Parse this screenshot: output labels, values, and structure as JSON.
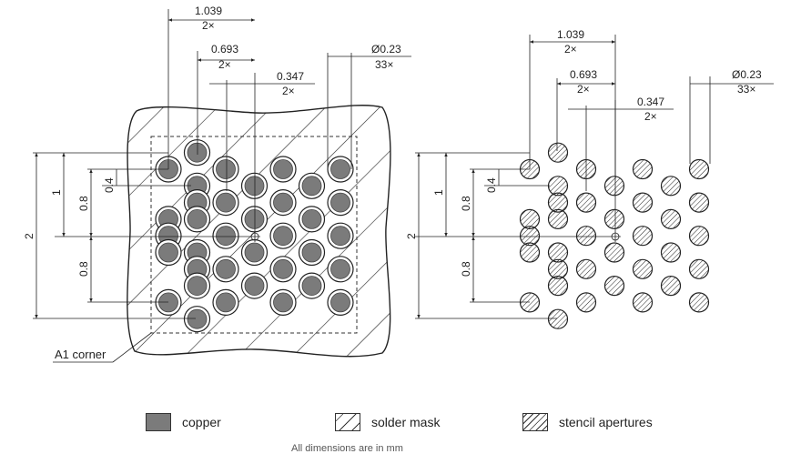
{
  "left_view": {
    "dims": {
      "pitch_outer": {
        "value": "1.039",
        "count": "2×"
      },
      "pitch_mid": {
        "value": "0.693",
        "count": "2×"
      },
      "pitch_inner": {
        "value": "0.347",
        "count": "2×"
      },
      "pad_dia": {
        "value": "Ø0.23",
        "count": "33×"
      },
      "height_total": "2",
      "height_half": "1",
      "v_08_top": "0.8",
      "v_04": "0.4",
      "v_08_bottom": "0.8"
    },
    "a1_label": "A1 corner"
  },
  "right_view": {
    "dims": {
      "pitch_outer": {
        "value": "1.039",
        "count": "2×"
      },
      "pitch_mid": {
        "value": "0.693",
        "count": "2×"
      },
      "pitch_inner": {
        "value": "0.347",
        "count": "2×"
      },
      "pad_dia": {
        "value": "Ø0.23",
        "count": "33×"
      },
      "height_total": "2",
      "height_half": "1",
      "v_08_top": "0.8",
      "v_04": "0.4",
      "v_08_bottom": "0.8"
    }
  },
  "legend": {
    "copper": "copper",
    "solder_mask": "solder mask",
    "stencil": "stencil apertures"
  },
  "footnote": "All dimensions are in mm"
}
